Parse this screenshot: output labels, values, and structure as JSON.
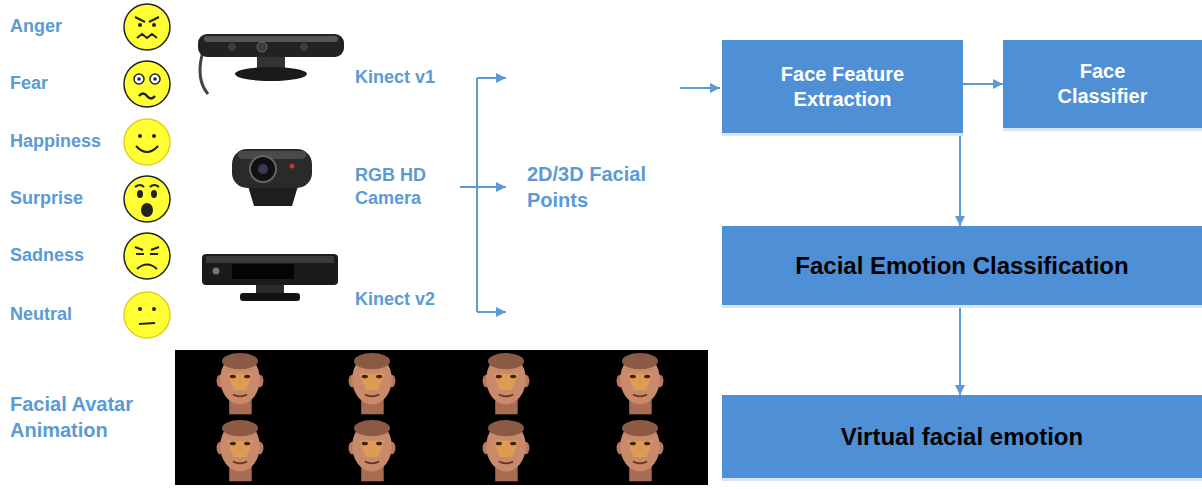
{
  "diagram": {
    "nodes": [
      {
        "text": [
          "Face Feature Extraction"
        ]
      },
      {
        "text": [
          "Face Classifier"
        ]
      },
      {
        "text": [
          "Facial Emotion Classification"
        ]
      },
      {
        "text": [
          "Virtual facial emotion"
        ]
      }
    ],
    "edges": [
      {
        "from": 0,
        "to": 1,
        "arrow": "to"
      },
      {
        "from": 0,
        "to": 2,
        "arrow": "to"
      },
      {
        "from": 2,
        "to": 3,
        "arrow": "to"
      }
    ],
    "labels": [
      "Anger",
      "Fear",
      "Happiness",
      "Surprise",
      "Sadness",
      "Neutral",
      "Kinect v1",
      "RGB HD Camera",
      "2D/3D Facial Points",
      "Kinect v2",
      "Facial Avatar Animation"
    ]
  }
}
